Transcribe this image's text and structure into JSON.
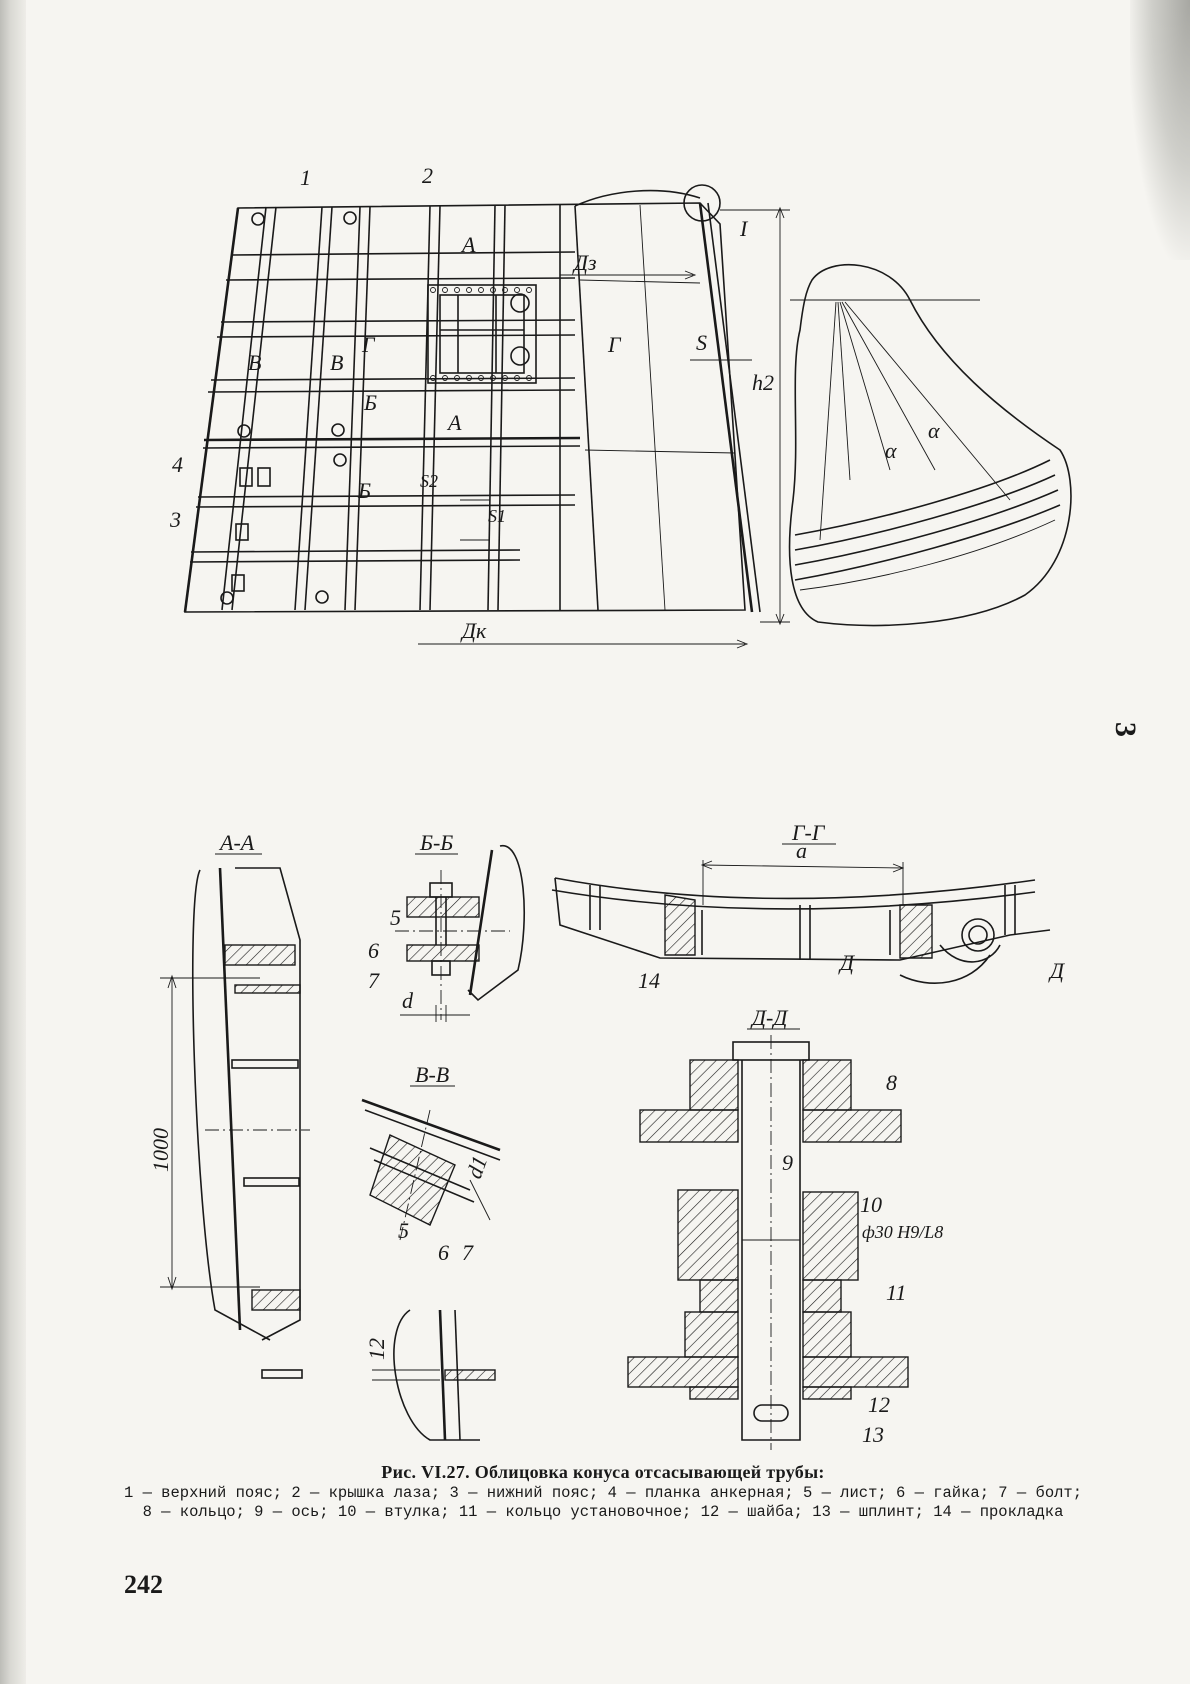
{
  "page": {
    "number": "242",
    "side_number": "3"
  },
  "caption": {
    "title": "Рис. VI.27. Облицовка конуса отсасывающей трубы:",
    "legend": "1 — верхний пояс; 2 — крышка лаза; 3 — нижний пояс; 4 — планка анкерная; 5 — лист; 6 — гайка; 7 — болт; 8 — кольцо; 9 — ось; 10 — втулка; 11 — кольцо установочное; 12 — шайба; 13 — шплинт; 14 — прокладка"
  },
  "main_view": {
    "labels": [
      "1",
      "2",
      "3",
      "4",
      "I",
      "S",
      "S2",
      "S1",
      "h2",
      "α"
    ],
    "dim_top": "Дз",
    "dim_bottom": "Дк",
    "section_marks": [
      "В",
      "В",
      "Г",
      "Г",
      "Б",
      "Б",
      "А",
      "А"
    ]
  },
  "section_aa": {
    "title": "А-А",
    "dim": "1000"
  },
  "section_bb": {
    "title": "Б-Б",
    "labels": [
      "5",
      "6",
      "7"
    ],
    "dim": "d"
  },
  "section_vv": {
    "title": "В-В",
    "labels": [
      "5",
      "6",
      "7"
    ],
    "dim": "d1"
  },
  "section_gg": {
    "title": "Г-Г",
    "dim": "a",
    "labels": [
      "14"
    ],
    "marks": [
      "Д",
      "Д"
    ]
  },
  "section_dd": {
    "title": "Д-Д",
    "labels": [
      "8",
      "9",
      "10",
      "11",
      "12",
      "13"
    ],
    "fit": "ф30 H9/L8"
  },
  "detail_small": {
    "dim": "12"
  }
}
